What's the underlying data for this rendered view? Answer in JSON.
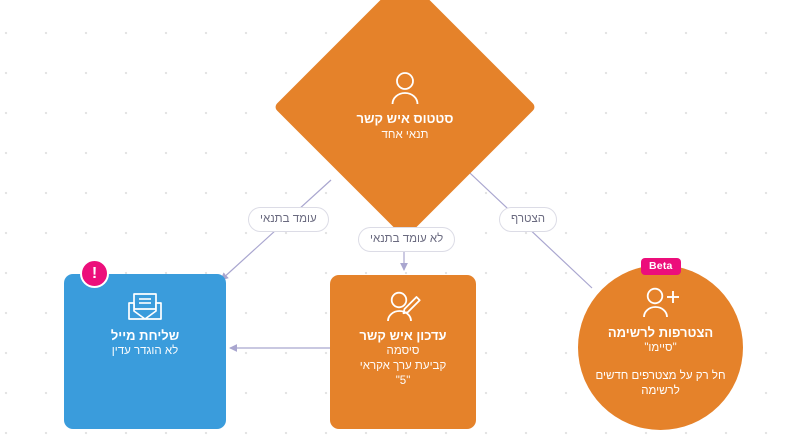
{
  "canvas": {
    "background_color": "#ffffff",
    "dot_grid_color": "#e4e4e4",
    "edge_color": "#a9a6cf",
    "orange": "#e5822a",
    "blue": "#3a9cdc",
    "pink": "#ec0e7b"
  },
  "nodes": {
    "status": {
      "shape": "diamond",
      "icon": "person-icon",
      "title": "סטטוס איש קשר",
      "subtitle": "תנאי אחד",
      "color": "#e5822a"
    },
    "email": {
      "shape": "rounded-square",
      "icon": "envelope-icon",
      "title": "שליחת מייל",
      "subtitle": "לא הוגדר עדין",
      "color": "#3a9cdc",
      "badge": "!"
    },
    "update": {
      "shape": "rounded-square",
      "icon": "person-edit-icon",
      "title": "עדכון איש קשר",
      "sub_lines": [
        "סיסמה",
        "קביעת ערך אקראי",
        "\"5\""
      ],
      "color": "#e5822a"
    },
    "join": {
      "shape": "circle",
      "icon": "person-plus-icon",
      "badge": "Beta",
      "title": "הצטרפות לרשימה",
      "subtitle": "\"סיימו\"",
      "note_lines": [
        "חל רק על מצטרפים חדשים",
        "לרשימה"
      ],
      "color": "#e5822a"
    }
  },
  "edges": [
    {
      "name": "status-to-email",
      "label": "עומד בתנאי"
    },
    {
      "name": "status-to-update",
      "label": "לא עומד בתנאי"
    },
    {
      "name": "join-to-status",
      "label": "הצטרף"
    },
    {
      "name": "update-to-email",
      "label": ""
    }
  ]
}
